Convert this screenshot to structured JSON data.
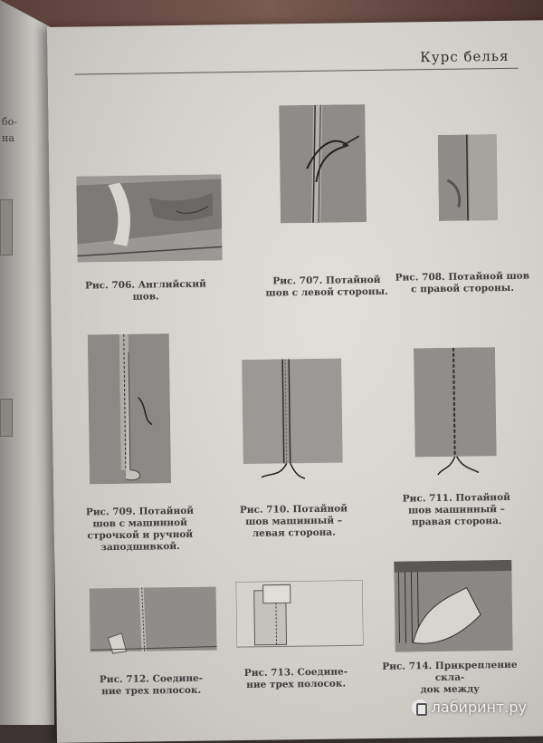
{
  "left_page": {
    "fragments": [
      "бо-",
      "на"
    ]
  },
  "header": {
    "title": "Курс белья"
  },
  "captions": {
    "fig706": [
      "Рис. 706. Английский",
      "шов."
    ],
    "fig707": [
      "Рис. 707. Потайной",
      "шов с левой стороны."
    ],
    "fig708": [
      "Рис. 708. Потайной шов",
      "с правой стороны."
    ],
    "fig709": [
      "Рис. 709. Потайной",
      "шов с машинной",
      "строчкой и ручной",
      "заподшивкой."
    ],
    "fig710": [
      "Рис. 710. Потайной",
      "шов машинный –",
      "левая сторона."
    ],
    "fig711": [
      "Рис. 711. Потайной",
      "шов машинный –",
      "правая сторона."
    ],
    "fig712": [
      "Рис. 712. Соедине-",
      "ние трех полосок."
    ],
    "fig713": [
      "Рис. 713. Соедине-",
      "ние трех полосок."
    ],
    "fig714": [
      "Рис. 714. Прикрепление скла-",
      "док между"
    ]
  },
  "watermark": {
    "text": "лабиринт.ру",
    "icon": "labirint-logo-icon"
  }
}
